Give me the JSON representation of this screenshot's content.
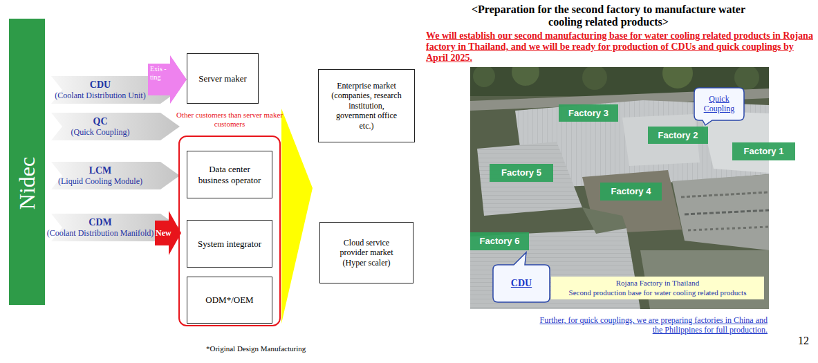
{
  "diagram": {
    "title": "<Preparation for the second factory to manufacture water cooling related products>",
    "nodes": [
      {
        "text": [
          "Nidec"
        ]
      },
      {
        "text": [
          "CDU",
          "(Coolant Distribution Unit)"
        ]
      },
      {
        "text": [
          "QC",
          "(Quick Coupling)"
        ]
      },
      {
        "text": [
          "LCM",
          "(Liquid Cooling Module)"
        ]
      },
      {
        "text": [
          "CDM",
          "(Coolant Distribution Manifold)"
        ]
      },
      {
        "text": [
          "Exis -ting"
        ]
      },
      {
        "text": [
          "Server maker"
        ]
      },
      {
        "text": [
          "New"
        ]
      },
      {
        "text": [
          "Other customers than server maker customers"
        ]
      },
      {
        "text": [
          "Data center business operator"
        ],
        "in": 8
      },
      {
        "text": [
          "System integrator"
        ],
        "in": 8
      },
      {
        "text": [
          "ODM*/OEM"
        ],
        "in": 8
      },
      {
        "text": [
          "Enterprise market (companies, research institution, government office etc.)"
        ]
      },
      {
        "text": [
          "Cloud service provider market (Hyper scaler)"
        ]
      },
      {
        "text": [
          "Quick Coupling"
        ]
      },
      {
        "text": [
          "Factory 3"
        ]
      },
      {
        "text": [
          "Factory 2"
        ]
      },
      {
        "text": [
          "Factory 1"
        ]
      },
      {
        "text": [
          "Factory 5"
        ]
      },
      {
        "text": [
          "Factory 4"
        ]
      },
      {
        "text": [
          "Factory 6"
        ]
      },
      {
        "text": [
          "CDU"
        ]
      },
      {
        "text": [
          "Rojana Factory in Thailand",
          "Second production base for water cooling related products"
        ]
      }
    ],
    "labels": [
      "We will establish our second manufacturing base for water cooling related products in Rojana factory in Thailand, and we will be ready for production of CDUs and quick couplings by April 2025.",
      "Further, for quick couplings, we are preparing factories in China and the Philippines for full production.",
      "*Original Design Manufacturing",
      "12"
    ]
  }
}
